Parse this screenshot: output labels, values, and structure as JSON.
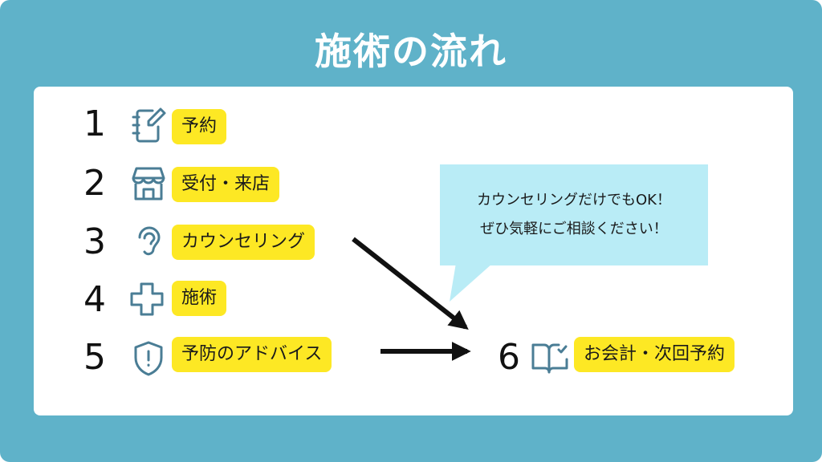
{
  "title": "施術の流れ",
  "steps": [
    {
      "number": "1",
      "label": "予約",
      "icon": "notebook-pen-icon"
    },
    {
      "number": "2",
      "label": "受付・来店",
      "icon": "storefront-icon"
    },
    {
      "number": "3",
      "label": "カウンセリング",
      "icon": "ear-icon"
    },
    {
      "number": "4",
      "label": "施術",
      "icon": "plus-cross-icon"
    },
    {
      "number": "5",
      "label": "予防のアドバイス",
      "icon": "shield-alert-icon"
    },
    {
      "number": "6",
      "label": "お会計・次回予約",
      "icon": "book-check-icon"
    }
  ],
  "bubble": {
    "line1": "カウンセリングだけでもOK！",
    "line2": "ぜひ気軽にご相談ください！"
  },
  "colors": {
    "frame": "#5fb2c9",
    "label_bg": "#fde824",
    "bubble_bg": "#b9ecf6",
    "icon_stroke": "#4a7d95"
  }
}
